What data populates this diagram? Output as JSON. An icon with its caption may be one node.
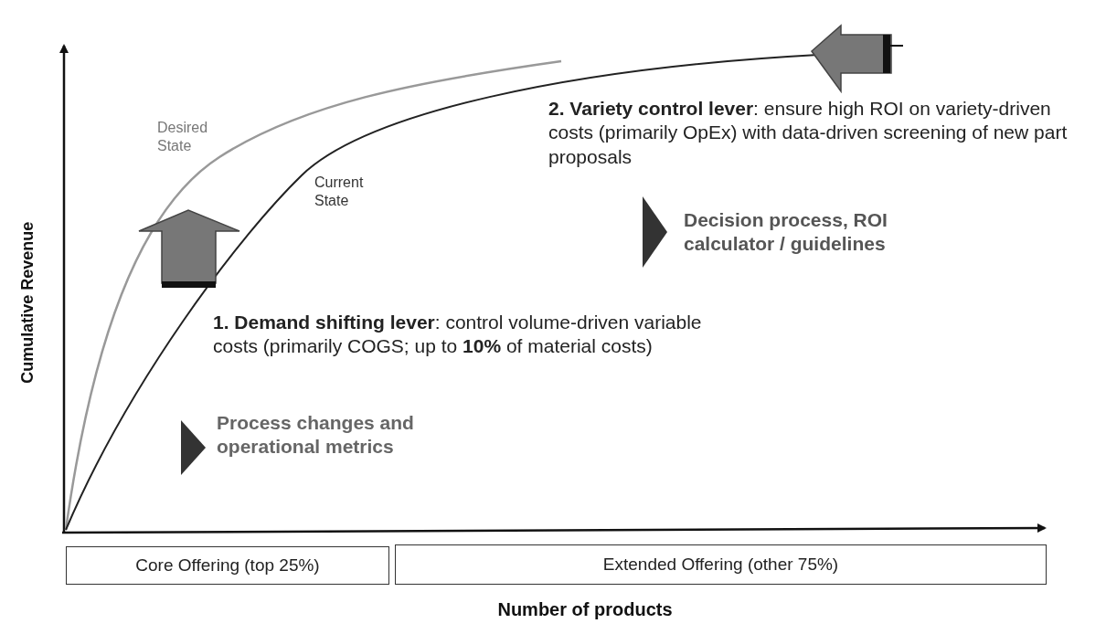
{
  "diagram": {
    "nodes": [
      {
        "text": [
          "Core Offering (top 25%)"
        ]
      },
      {
        "text": [
          "Extended Offering (other 75%)"
        ]
      }
    ],
    "labels": [
      "Desired State",
      "Current State",
      "**2. Variety control lever**: ensure high ROI on variety-driven costs (primarily OpEx) with data-driven screening of new part proposals",
      "Decision process, ROI calculator / guidelines",
      "**1. Demand shifting lever**: control volume-driven variable costs (primarily COGS; up to **10%** of material costs)",
      "Process changes and operational metrics",
      "Cumulative Revenue",
      "Number of products"
    ]
  }
}
